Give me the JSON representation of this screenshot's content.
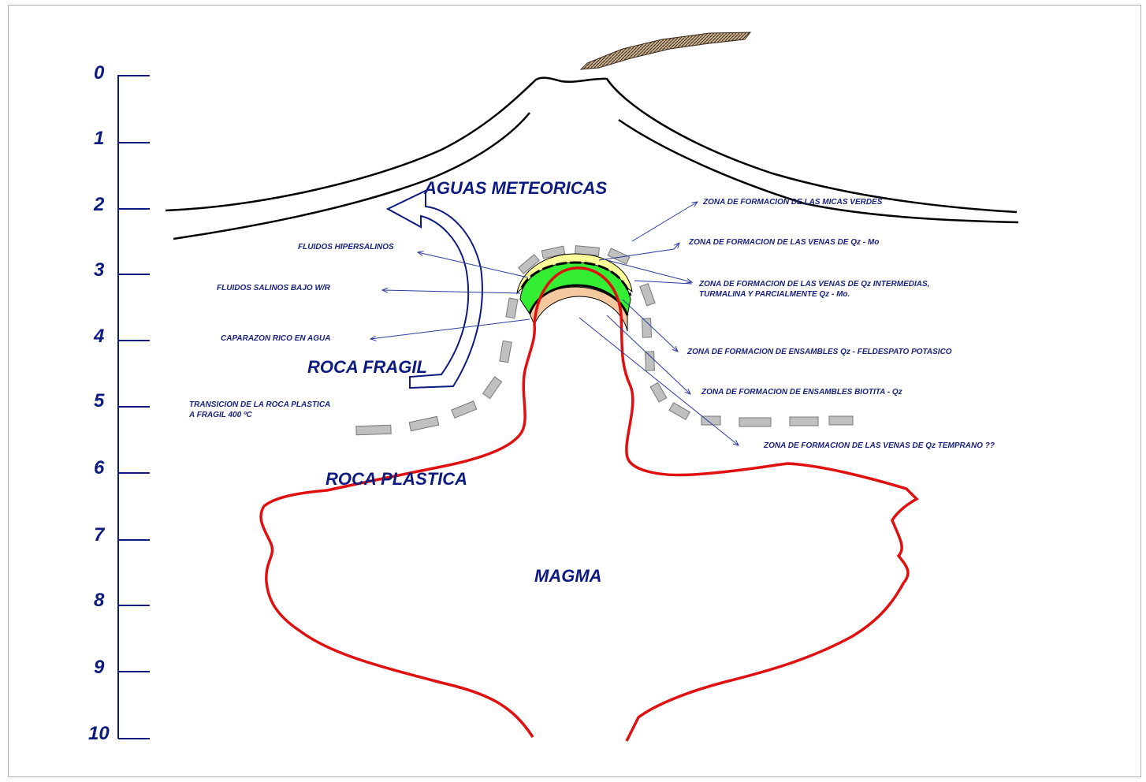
{
  "depth_scale": [
    "0",
    "1",
    "2",
    "3",
    "4",
    "5",
    "6",
    "7",
    "8",
    "9",
    "10"
  ],
  "labels": {
    "aguas_meteoricas": "AGUAS METEORICAS",
    "roca_fragil": "ROCA FRAGIL",
    "roca_plastica": "ROCA PLASTICA",
    "magma": "MAGMA"
  },
  "annotations_left": {
    "fluidos_hipersalinos": "FLUIDOS HIPERSALINOS",
    "fluidos_salinos": "FLUIDOS SALINOS BAJO W/R",
    "caparazon": "CAPARAZON RICO EN AGUA",
    "transicion_1": "TRANSICION DE LA ROCA PLASTICA",
    "transicion_2": "A FRAGIL 400 ºC"
  },
  "annotations_right": {
    "micas_verdes": "ZONA DE FORMACION DE LAS MICAS VERDES",
    "venas_qz_mo": "ZONA DE FORMACION DE LAS VENAS DE Qz - Mo",
    "venas_intermedias_1": "ZONA DE FORMACION DE LAS VENAS DE Qz INTERMEDIAS,",
    "venas_intermedias_2": "TURMALINA Y PARCIALMENTE Qz - Mo.",
    "feldespato": "ZONA DE FORMACION DE ENSAMBLES Qz - FELDESPATO POTASICO",
    "biotita": "ZONA DE FORMACION DE ENSAMBLES BIOTITA - Qz",
    "temprano": "ZONA DE FORMACION DE LAS VENAS DE Qz TEMPRANO ??"
  },
  "colors": {
    "scale": "#0d1a80",
    "magma_outline": "#e01010",
    "yellow_zone": "#ffff99",
    "green_zone": "#33ee33",
    "peach_zone": "#f5c9a0",
    "dash_grey": "#c0c0c0",
    "plume": "#8a7050"
  }
}
